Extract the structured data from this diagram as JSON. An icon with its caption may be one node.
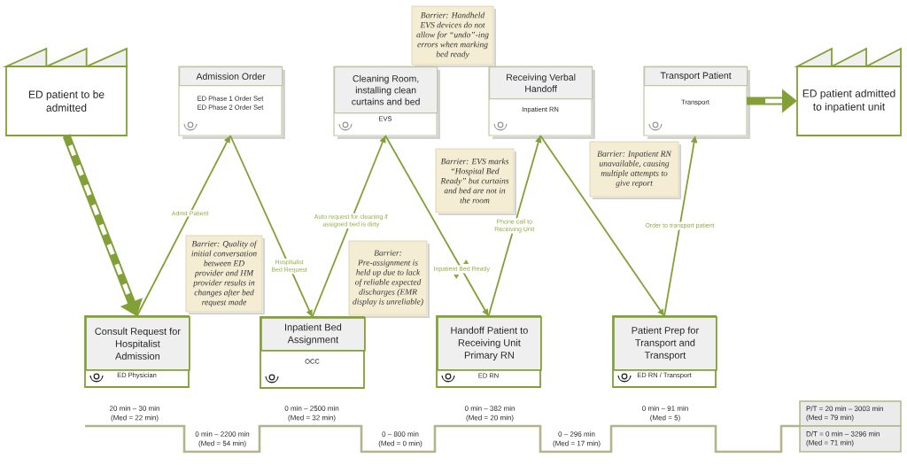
{
  "diagram": {
    "nodes": [
      {
        "text": [
          "ED patient to be admitted"
        ]
      },
      {
        "text": [
          "Admission Order",
          "ED Phase 1 Order Set",
          "ED Phase 2 Order Set"
        ]
      },
      {
        "text": [
          "Barrier: Handheld EVS devices do not allow for “undo”-ing errors when marking bed ready"
        ]
      },
      {
        "text": [
          "Cleaning Room, installing clean curtains and bed",
          "EVS"
        ]
      },
      {
        "text": [
          "Receiving Verbal Handoff",
          "Inpatient RN"
        ]
      },
      {
        "text": [
          "Transport Patient",
          "Transport"
        ]
      },
      {
        "text": [
          "ED patient admitted to inpatient unit"
        ]
      },
      {
        "text": [
          "Barrier: EVS marks “Hospital Bed Ready” but curtains and bed are not in the room"
        ]
      },
      {
        "text": [
          "Barrier: Inpatient RN unavailable, causing multiple attempts to give report"
        ]
      },
      {
        "text": [
          "Barrier: Quality of initial conversation between ED provider and HM provider results in changes after bed request made"
        ]
      },
      {
        "text": [
          "Barrier: Pre-assignment is held up due to lack of reliable expected discharges (EMR display is unreliable)"
        ]
      },
      {
        "text": [
          "Consult Request for Hospitalist Admission",
          "ED Physician"
        ]
      },
      {
        "text": [
          "Inpatient Bed Assignment",
          "OCC"
        ]
      },
      {
        "text": [
          "Handoff Patient to Receiving Unit Primary RN",
          "ED RN"
        ]
      },
      {
        "text": [
          "Patient Prep for Transport and Transport",
          "ED RN / Transport"
        ]
      },
      {
        "text": [
          "P/T = 20 min – 3003 min (Med = 79 min)"
        ]
      },
      {
        "text": [
          "D/T = 0 min – 3296 min (Med = 71 min)"
        ]
      }
    ],
    "edges": [
      {
        "from": 0,
        "to": 11,
        "arrow": "to",
        "style": "thick"
      },
      {
        "from": 11,
        "to": 1,
        "arrow": "to",
        "label": "Admit Patient"
      },
      {
        "from": 1,
        "to": 12,
        "arrow": "to",
        "label": "Hospitalist Bed Request"
      },
      {
        "from": 12,
        "to": 3,
        "arrow": "to",
        "label": "Auto request for cleaning if assigned bed is dirty"
      },
      {
        "from": 3,
        "to": 13,
        "arrow": "to",
        "label": "Inpatient Bed Ready"
      },
      {
        "from": 13,
        "to": 4,
        "arrow": "to",
        "label": "Phone call to Receiving Unit"
      },
      {
        "from": 4,
        "to": 14,
        "arrow": "to"
      },
      {
        "from": 14,
        "to": 5,
        "arrow": "to",
        "label": "Order to transport patient"
      },
      {
        "from": 5,
        "to": 6,
        "arrow": "to",
        "style": "thick"
      }
    ],
    "labels": [
      "20 min – 30 min (Med = 22 min)",
      "0 min – 2200 min (Med = 54 min)",
      "0 min – 2500 min (Med = 32 min)",
      "0 – 800 min (Med = 0 min)",
      "0 min – 382 min (Med = 20 min)",
      "0 – 296 min (Med = 17 min)",
      "0 min – 91 min (Med = 5)"
    ]
  }
}
